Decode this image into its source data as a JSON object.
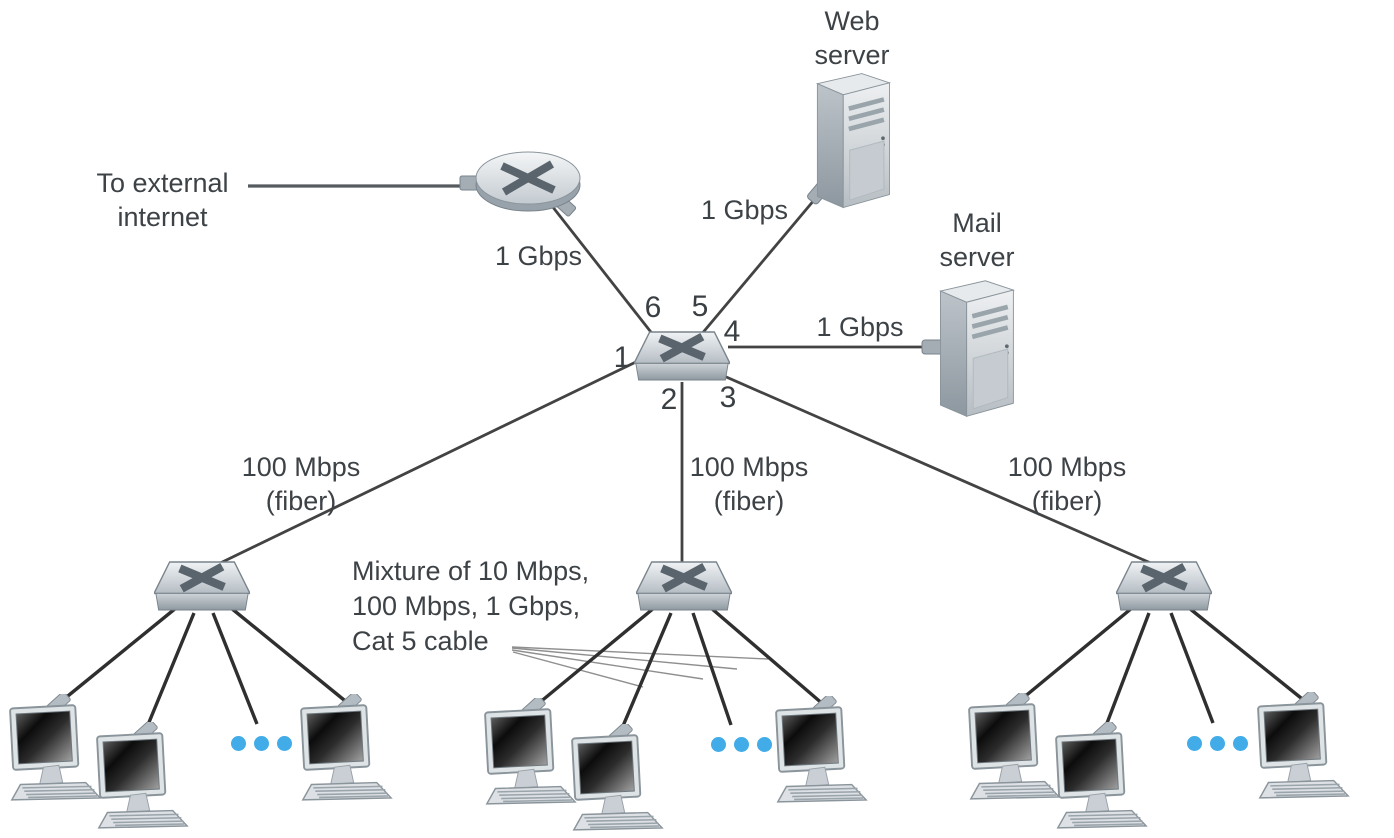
{
  "diagram": {
    "type": "network-topology",
    "labels": {
      "external": [
        "To external",
        "internet"
      ],
      "web_server": [
        "Web",
        "server"
      ],
      "mail_server": [
        "Mail",
        "server"
      ],
      "link_router_speed": "1 Gbps",
      "link_web_speed": "1 Gbps",
      "link_mail_speed": "1 Gbps",
      "fiber_left": [
        "100 Mbps",
        "(fiber)"
      ],
      "fiber_middle": [
        "100 Mbps",
        "(fiber)"
      ],
      "fiber_right": [
        "100 Mbps",
        "(fiber)"
      ],
      "mixture": [
        "Mixture of 10 Mbps,",
        "100 Mbps, 1 Gbps,",
        "Cat 5 cable"
      ]
    },
    "ports": [
      "1",
      "2",
      "3",
      "4",
      "5",
      "6"
    ],
    "icons": {
      "router": "router-icon",
      "switch": "switch-icon",
      "server": "server-icon",
      "pc": "pc-icon",
      "ellipsis": "ellipsis-dots"
    },
    "colors": {
      "ellipsis_dots": "#41ace8",
      "cable_line": "#333333",
      "trunk_line": "#434343",
      "pointer_line": "#8f8f8f",
      "text": "#3d4246"
    }
  }
}
